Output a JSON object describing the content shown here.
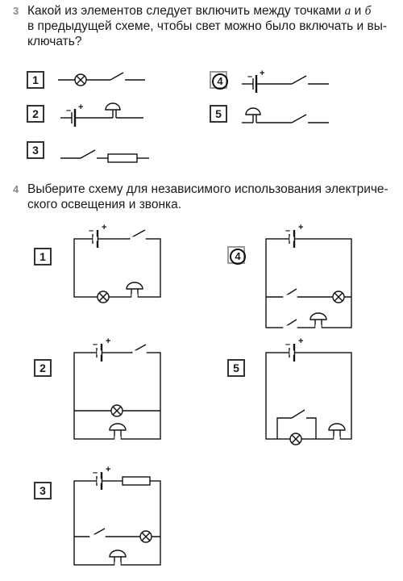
{
  "q3": {
    "number": "3",
    "line1": "Какой из элементов следует включить между точками ",
    "point_a": "а",
    "and": " и ",
    "point_b": "б",
    "line2": "в предыдущей схеме, чтобы свет можно было включать и вы-",
    "line3": "ключать?",
    "options": [
      "1",
      "2",
      "3",
      "4",
      "5"
    ],
    "selected": "4"
  },
  "q4": {
    "number": "4",
    "line1": "Выберите схему для независимого использования электриче-",
    "line2": "ского освещения и звонка.",
    "options": [
      "1",
      "2",
      "3",
      "4",
      "5"
    ],
    "selected": "4"
  },
  "symbols": {
    "minus": "–",
    "plus": "+"
  }
}
